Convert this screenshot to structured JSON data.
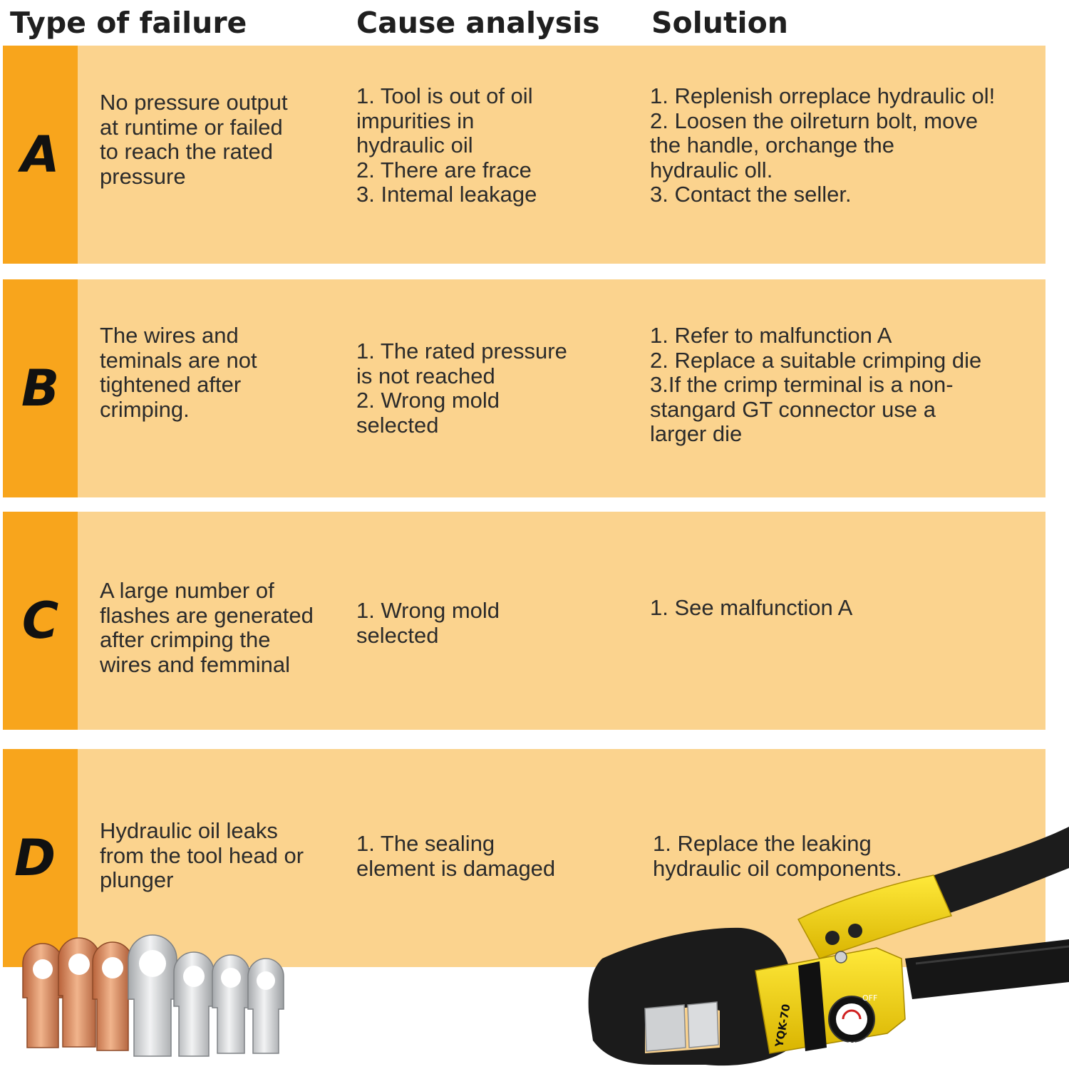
{
  "header": {
    "type_label": "Type of failure",
    "cause_label": "Cause analysis",
    "solution_label": "Solution"
  },
  "rows": [
    {
      "letter": "A",
      "type": "No pressure output\nat runtime or failed\nto reach the rated\npressure",
      "cause": "1. Tool is out of oil\nimpurities in\nhydraulic oil\n2. There are frace\n3. Intemal leakage",
      "solution": "1. Replenish orreplace hydraulic ol!\n2. Loosen the oilreturn bolt, move\nthe handle, orchange the\nhydraulic oll.\n3. Contact the seller."
    },
    {
      "letter": "B",
      "type": "The wires and\nteminals are not\ntightened after\ncrimping.",
      "cause": "1. The rated pressure\nis not reached\n2. Wrong mold\nselected",
      "solution": "1. Refer to malfunction A\n2. Replace a suitable crimping die\n3.If the crimp terminal is a non-\nstangard GT connector use a\nlarger die"
    },
    {
      "letter": "C",
      "type": "A large number of\nflashes are generated\nafter crimping the\nwires and femminal",
      "cause": "1. Wrong mold\nselected",
      "solution": "1. See malfunction A"
    },
    {
      "letter": "D",
      "type": "Hydraulic oil leaks\nfrom the tool head or\nplunger",
      "cause": "1. The sealing\nelement is damaged",
      "solution": "1. Replace the leaking\nhydraulic oil components."
    }
  ],
  "product_label": {
    "model": "YQK-70",
    "on": "ON",
    "off": "OFF"
  },
  "colors": {
    "row_background": "#fbd38e",
    "letter_tab": "#f8a51c",
    "tool_yellow": "#f5d80f",
    "tool_black": "#1a1a1a",
    "copper": "#d88a5a",
    "tin": "#c9cbcd"
  },
  "icons": [
    "copper-lug-icon",
    "tinned-lug-icon",
    "hydraulic-crimper-icon"
  ]
}
